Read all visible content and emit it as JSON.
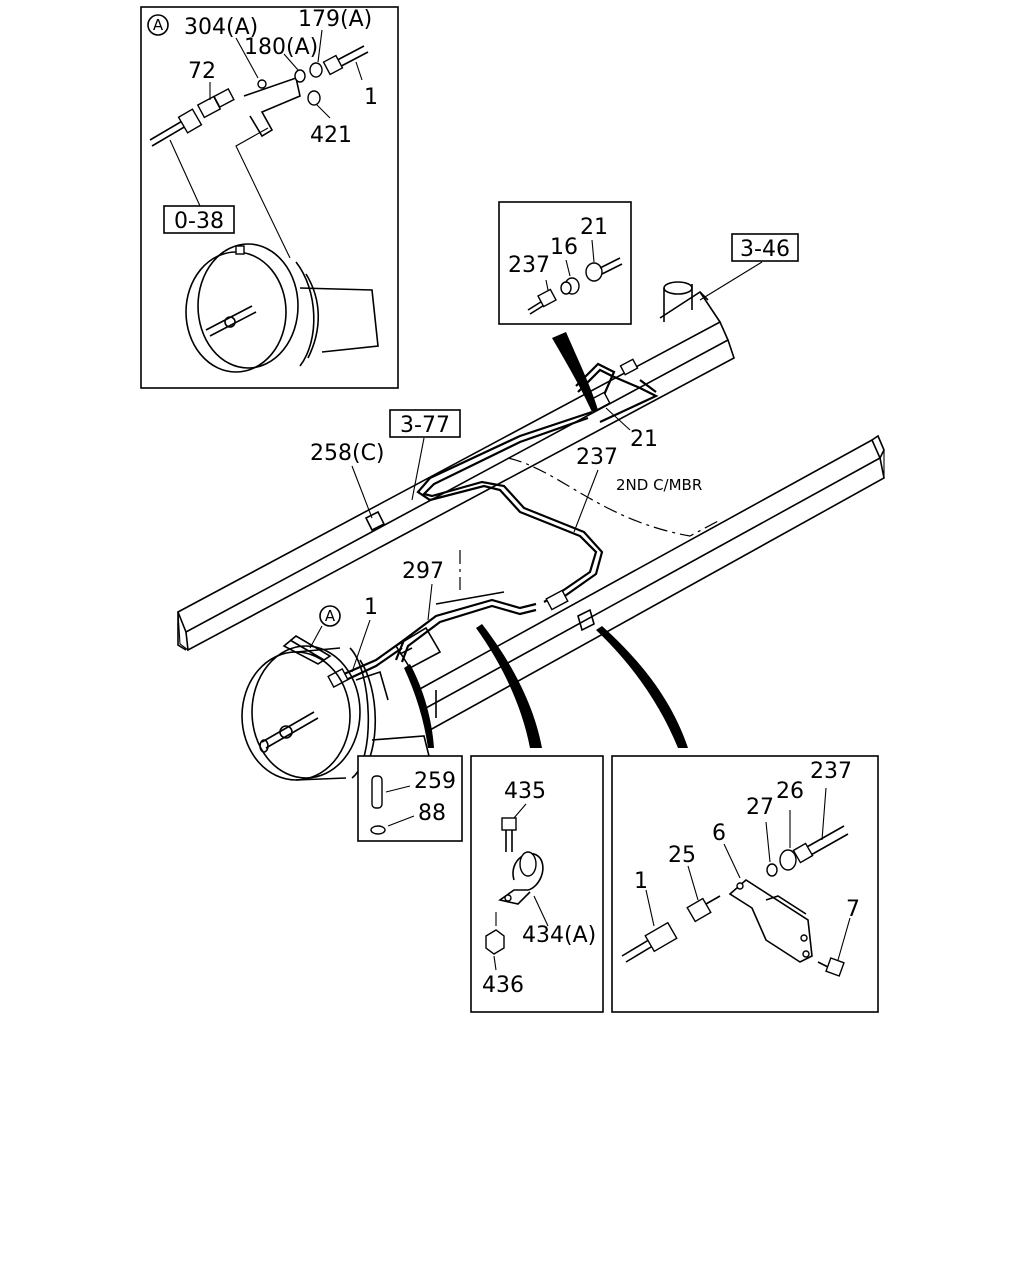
{
  "callouts": {
    "a_marker": "A",
    "a_304": "304(A)",
    "a_179": "179(A)",
    "a_180": "180(A)",
    "a_72": "72",
    "a_1": "1",
    "a_421": "421",
    "a_038": "0-38",
    "b_21": "21",
    "b_16": "16",
    "b_237": "237",
    "ref_346": "3-46",
    "ref_377": "3-77",
    "main_21": "21",
    "main_237": "237",
    "second_cmbr": "2ND C/MBR",
    "main_258": "258(C)",
    "main_297": "297",
    "main_a_marker": "A",
    "main_1": "1",
    "d_259": "259",
    "d_88": "88",
    "e_435": "435",
    "e_434": "434(A)",
    "e_436": "436",
    "f_237": "237",
    "f_27": "27",
    "f_26": "26",
    "f_25": "25",
    "f_6": "6",
    "f_1": "1",
    "f_7": "7"
  }
}
